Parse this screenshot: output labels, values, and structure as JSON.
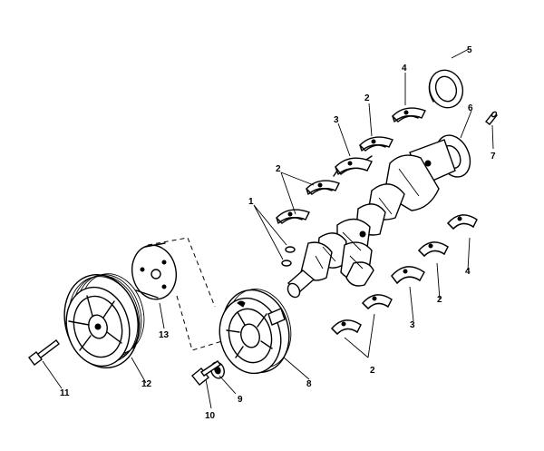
{
  "callouts": {
    "c1": "1",
    "c2a": "2",
    "c2b": "2",
    "c2c": "2",
    "c2d": "2",
    "c3a": "3",
    "c3b": "3",
    "c4a": "4",
    "c4b": "4",
    "c5": "5",
    "c6": "6",
    "c7": "7",
    "c8": "8",
    "c9": "9",
    "c10": "10",
    "c11": "11",
    "c12": "12",
    "c13": "13"
  }
}
